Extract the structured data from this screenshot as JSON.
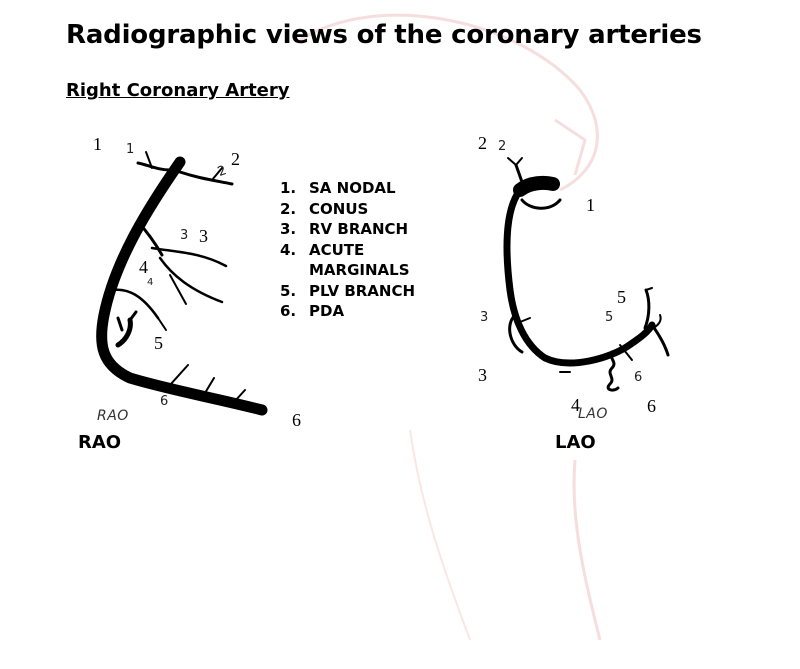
{
  "title": "Radiographic views of the coronary arteries",
  "subtitle": "Right Coronary Artery",
  "legend": [
    {
      "num": "1.",
      "label": "SA NODAL"
    },
    {
      "num": "2.",
      "label": "CONUS"
    },
    {
      "num": "3.",
      "label": "RV BRANCH"
    },
    {
      "num": "4.",
      "label": "ACUTE\nMARGINALS"
    },
    {
      "num": "5.",
      "label": "PLV BRANCH"
    },
    {
      "num": "6.",
      "label": "PDA"
    }
  ],
  "rao": {
    "caption": "RAO",
    "faint_caption": "RAO",
    "labels": {
      "n1": "1",
      "n1_small": "1",
      "n2": "2",
      "n2_small": "2",
      "n3": "3",
      "n3_small": "3",
      "n4": "4",
      "n4_small": "4",
      "n5": "5",
      "n6": "6",
      "n6_small": "6"
    }
  },
  "lao": {
    "caption": "LAO",
    "faint_caption": "LAO",
    "labels": {
      "n1": "1",
      "n2": "2",
      "n2_small": "2",
      "n3": "3",
      "n3_small": "3",
      "n4": "4",
      "n5": "5",
      "n5_small": "5",
      "n6": "6",
      "n6_small": "6"
    }
  },
  "colors": {
    "text": "#000000",
    "watermark": "#f3d6d6",
    "vessel": "#000000"
  }
}
